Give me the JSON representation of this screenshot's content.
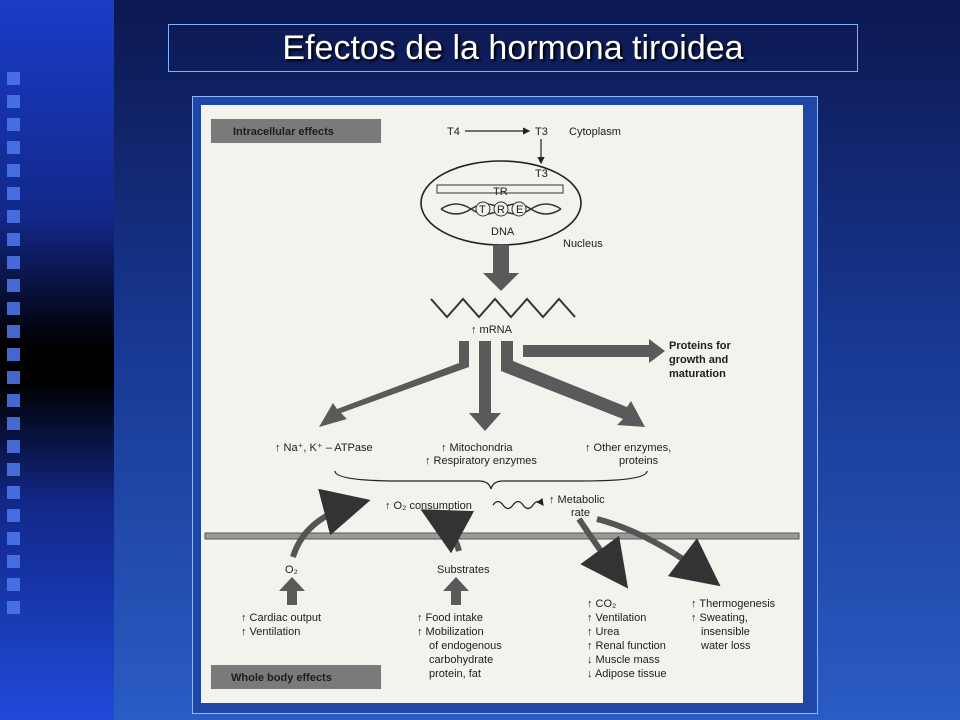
{
  "slide": {
    "title": "Efectos de la hormona tiroidea"
  },
  "diagram": {
    "intracellular_label": "Intracellular effects",
    "whole_body_label": "Whole body effects",
    "t4": "T4",
    "t3": "T3",
    "cytoplasm": "Cytoplasm",
    "t3_nucleus": "T3",
    "tr": "TR",
    "tre": [
      "T",
      "R",
      "E"
    ],
    "dna": "DNA",
    "nucleus": "Nucleus",
    "mrna": "↑ mRNA",
    "proteins_growth": [
      "Proteins for",
      "growth and",
      "maturation"
    ],
    "na_k": "↑ Na⁺, K⁺ – ATPase",
    "mitochondria": [
      "↑ Mitochondria",
      "↑ Respiratory enzymes"
    ],
    "other_enzymes": [
      "↑ Other enzymes,",
      "proteins"
    ],
    "o2_consumption": "↑ O₂ consumption",
    "metabolic_rate": [
      "↑ Metabolic",
      "rate"
    ],
    "o2": "O₂",
    "substrates": "Substrates",
    "cardiac": [
      "↑ Cardiac output",
      "↑ Ventilation"
    ],
    "food": [
      "↑ Food intake",
      "↑ Mobilization",
      "of endogenous",
      "carbohydrate",
      "protein, fat"
    ],
    "co2_list": [
      "↑ CO₂",
      "↑ Ventilation",
      "↑ Urea",
      "↑ Renal function",
      "↓ Muscle mass",
      "↓ Adipose tissue"
    ],
    "thermo_list": [
      "↑ Thermogenesis",
      "↑ Sweating,",
      "insensible",
      "water loss"
    ]
  }
}
